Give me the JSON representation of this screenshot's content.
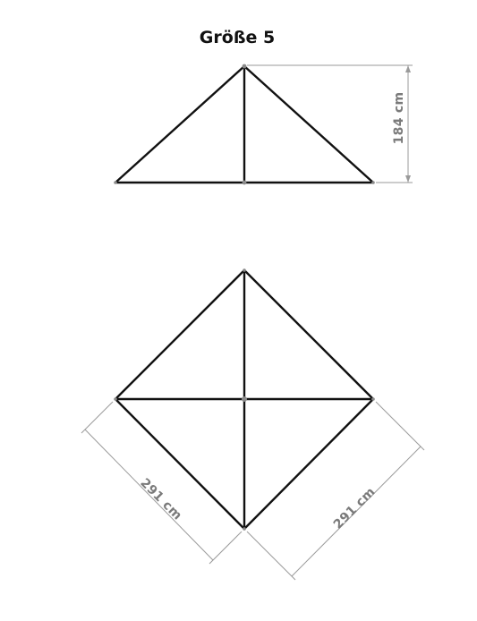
{
  "title": "Größe 5",
  "dimensions": {
    "height_label": "184 cm",
    "side_left_label": "291 cm",
    "side_right_label": "291 cm"
  }
}
